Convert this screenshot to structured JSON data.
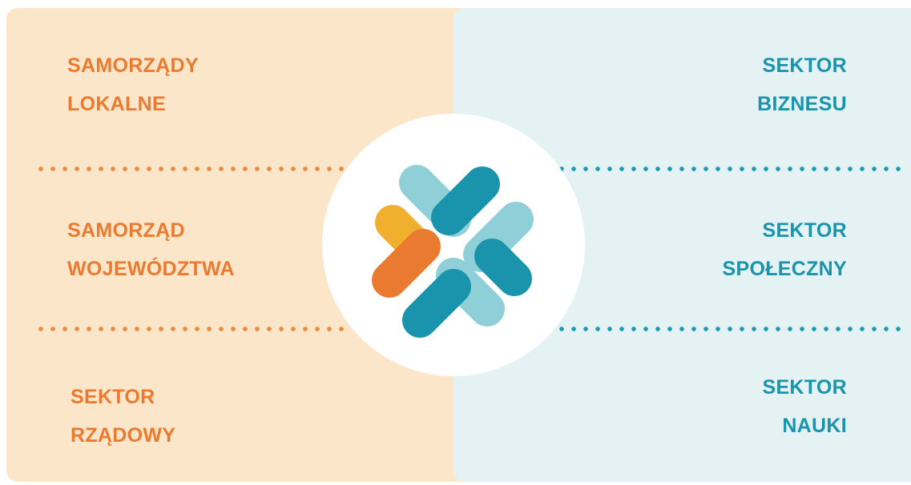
{
  "left_sectors": [
    {
      "line1": "SAMORZĄDY",
      "line2": "LOKALNE"
    },
    {
      "line1": "SAMORZĄD",
      "line2": "WOJEWÓDZTWA"
    },
    {
      "line1": "SEKTOR",
      "line2": "RZĄDOWY"
    }
  ],
  "right_sectors": [
    {
      "line1": "SEKTOR",
      "line2": "BIZNESU"
    },
    {
      "line1": "SEKTOR",
      "line2": "SPOŁECZNY"
    },
    {
      "line1": "SEKTOR",
      "line2": "NAUKI"
    }
  ],
  "colors": {
    "left_background": "#fce6c9",
    "right_background": "#e4f2f3",
    "left_text": "#ea7a2f",
    "right_text": "#1a93ad",
    "logo_orange": "#ea7a2f",
    "logo_yellow": "#f0b02d",
    "logo_teal": "#1a93ad",
    "logo_light_teal": "#8fcfd7"
  },
  "logo": {
    "icon": "network-cross-logo-icon"
  }
}
